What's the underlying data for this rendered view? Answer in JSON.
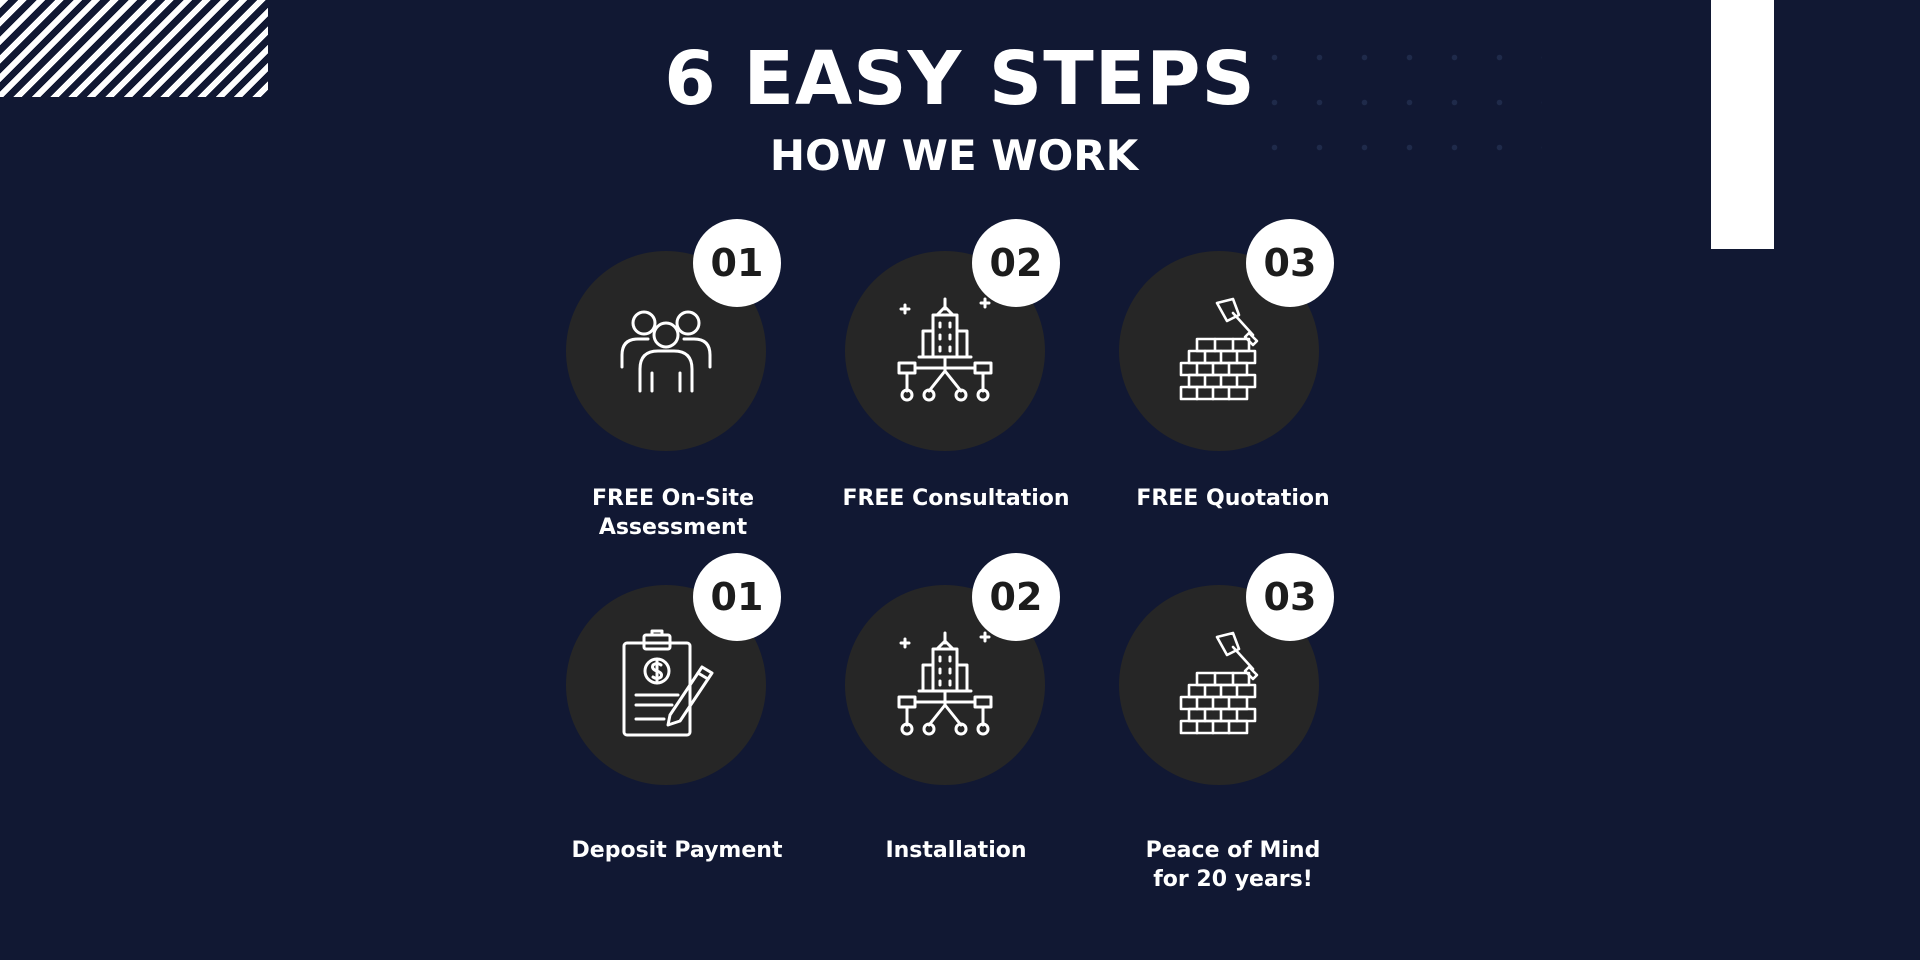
{
  "header": {
    "title": "6 EASY STEPS",
    "subtitle": "HOW WE WORK"
  },
  "colors": {
    "background": "#111833",
    "circle": "#262626",
    "badge": "#ffffff",
    "text": "#ffffff"
  },
  "steps": [
    {
      "number": "01",
      "icon": "team-icon",
      "label_lines": [
        "FREE On-Site",
        "Assessment"
      ]
    },
    {
      "number": "02",
      "icon": "building-network-icon",
      "label_lines": [
        "FREE Consultation"
      ]
    },
    {
      "number": "03",
      "icon": "brick-wall-trowel-icon",
      "label_lines": [
        "FREE Quotation"
      ]
    },
    {
      "number": "01",
      "icon": "clipboard-payment-icon",
      "label_lines": [
        "Deposit Payment"
      ]
    },
    {
      "number": "02",
      "icon": "building-network-icon",
      "label_lines": [
        "Installation"
      ]
    },
    {
      "number": "03",
      "icon": "brick-wall-trowel-icon",
      "label_lines": [
        "Peace of Mind",
        "for 20 years!"
      ]
    }
  ]
}
